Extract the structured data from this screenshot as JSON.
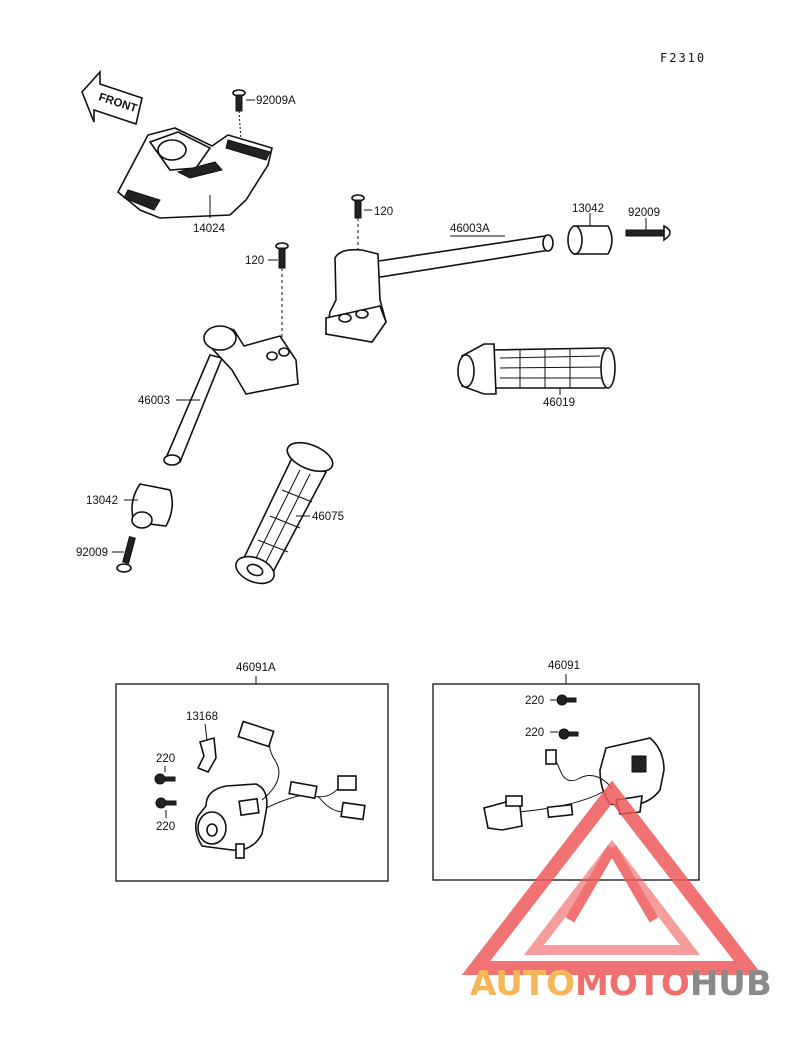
{
  "figure_code": "F2310",
  "front_label": "FRONT",
  "callouts": {
    "p92009A": "92009A",
    "p14024": "14024",
    "p120_top": "120",
    "p46003A": "46003A",
    "p13042_top": "13042",
    "p92009_top": "92009",
    "p120_left": "120",
    "p46019": "46019",
    "p46003": "46003",
    "p13042_left": "13042",
    "p46075": "46075",
    "p92009_left": "92009"
  },
  "assemblies": {
    "left": {
      "title": "46091A",
      "parts": {
        "p13168": "13168",
        "p220_a": "220",
        "p220_b": "220"
      }
    },
    "right": {
      "title": "46091",
      "parts": {
        "p220_a": "220",
        "p220_b": "220"
      }
    }
  },
  "watermark": {
    "text_part1": "AUTO",
    "text_part2": "MOTO",
    "text_part3": "HUB",
    "color_part1": "#f5b75a",
    "color_part2": "#ef6f6f",
    "color_part3": "#8a8a8a",
    "logo_color": "#ef5a5a"
  }
}
